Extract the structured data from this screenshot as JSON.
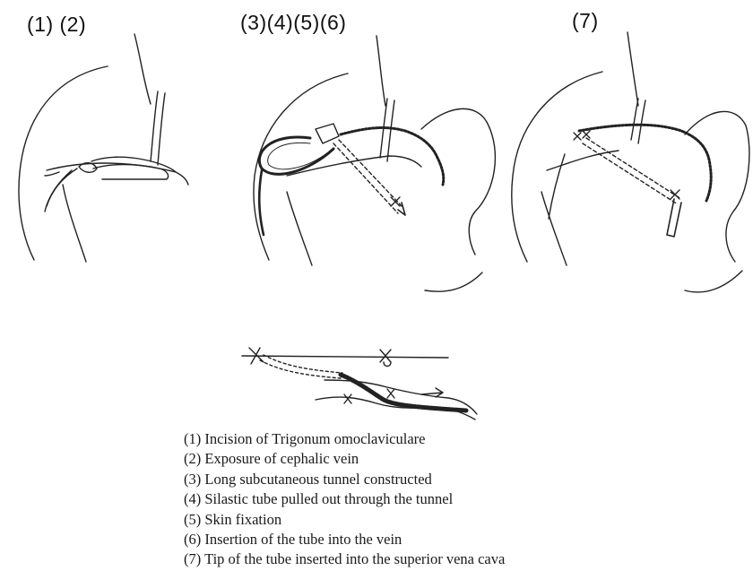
{
  "panels": [
    {
      "label": "(1) (2)"
    },
    {
      "label": "(3)(4)(5)(6)"
    },
    {
      "label": "(7)"
    }
  ],
  "legend": [
    "(1) Incision of Trigonum omoclaviculare",
    "(2) Exposure of cephalic vein",
    "(3) Long subcutaneous tunnel constructed",
    "(4) Silastic tube pulled out through the tunnel",
    "(5) Skin fixation",
    "(6) Insertion of the tube into the vein",
    "(7) Tip of the tube inserted into the superior vena cava"
  ]
}
